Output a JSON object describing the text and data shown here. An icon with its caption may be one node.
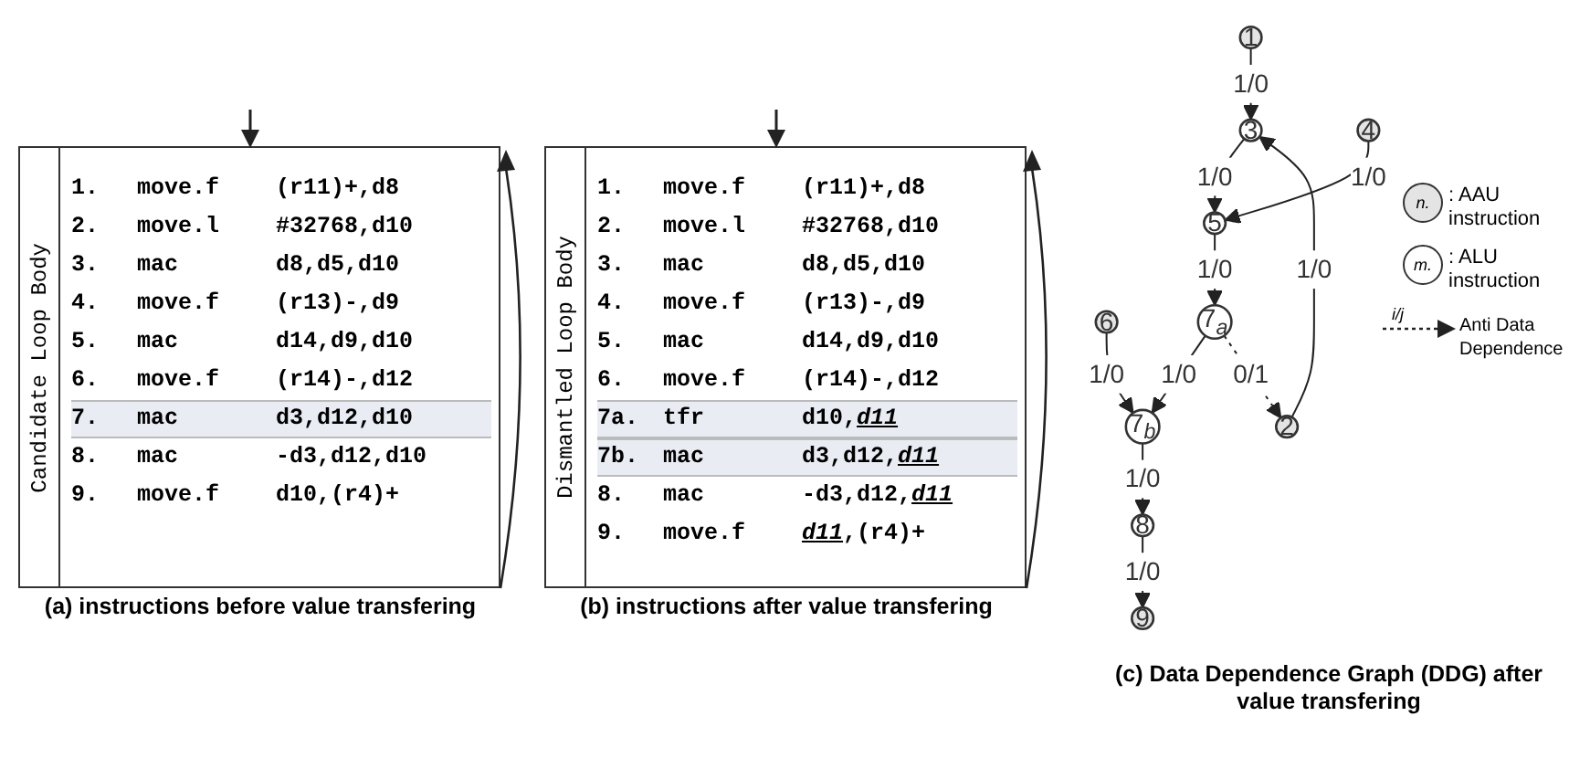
{
  "diagram": {
    "nodes": [
      {
        "text": [
          "1"
        ]
      },
      {
        "text": [
          "2"
        ]
      },
      {
        "text": [
          "3"
        ]
      },
      {
        "text": [
          "4"
        ]
      },
      {
        "text": [
          "5"
        ]
      },
      {
        "text": [
          "6"
        ]
      },
      {
        "text": [
          "7$_{a}$"
        ]
      },
      {
        "text": [
          "7$_{b}$"
        ]
      },
      {
        "text": [
          "8"
        ]
      },
      {
        "text": [
          "9"
        ]
      }
    ],
    "edges": [
      {
        "from": 0,
        "to": 2,
        "arrow": "to",
        "label": "1/0"
      },
      {
        "from": 1,
        "to": 2,
        "arrow": "to",
        "label": "1/0"
      },
      {
        "from": 2,
        "to": 4,
        "arrow": "to",
        "label": "1/0"
      },
      {
        "from": 3,
        "to": 4,
        "arrow": "to",
        "label": "1/0"
      },
      {
        "from": 4,
        "to": 6,
        "arrow": "to",
        "label": "1/0"
      },
      {
        "from": 6,
        "to": 7,
        "arrow": "to",
        "label": "1/0"
      },
      {
        "from": 5,
        "to": 7,
        "arrow": "to",
        "label": "1/0"
      },
      {
        "from": 7,
        "to": 8,
        "arrow": "to",
        "label": "1/0"
      },
      {
        "from": 8,
        "to": 9,
        "arrow": "to",
        "label": "1/0"
      },
      {
        "from": 6,
        "to": 1,
        "arrow": "to",
        "label": "0/1",
        "style": "dashed"
      }
    ],
    "labels": [
      "Candidate Loop Body",
      "1.",
      "move.f",
      "(r11)+,d8",
      "2.",
      "move.l",
      "#32768,d10",
      "3.",
      "mac",
      "d8,d5,d10",
      "4.",
      "move.f",
      "(r13)-,d9",
      "5.",
      "mac",
      "d14,d9,d10",
      "6.",
      "move.f",
      "(r14)-,d12",
      "7.",
      "mac",
      "d3,d12,d10",
      "8.",
      "mac",
      "-d3,d12,d10",
      "9.",
      "move.f",
      "d10,(r4)+",
      "(a) instructions before value transfering",
      "Dismantled Loop Body",
      "1.",
      "move.f",
      "(r11)+,d8",
      "2.",
      "move.l",
      "#32768,d10",
      "3.",
      "mac",
      "d8,d5,d10",
      "4.",
      "move.f",
      "(r13)-,d9",
      "5.",
      "mac",
      "d14,d9,d10",
      "6.",
      "move.f",
      "(r14)-,d12",
      "7a.",
      "tfr",
      "d10,*d11*",
      "7b.",
      "mac",
      "d3,d12,*d11*",
      "8.",
      "mac",
      "-d3,d12,*d11*",
      "9.",
      "move.f",
      "*d11*,(r4)+",
      "(b) instructions after value transfering",
      "(c) Data Dependence Graph (DDG) after value transfering",
      "n.",
      "m.",
      "i/j"
    ],
    "legend": [
      {
        "text": ": AAU instruction",
        "color": "#e4e4e4"
      },
      {
        "text": ": ALU instruction",
        "color": "#ffffff"
      },
      {
        "text": "Anti Data Dependence"
      }
    ]
  }
}
